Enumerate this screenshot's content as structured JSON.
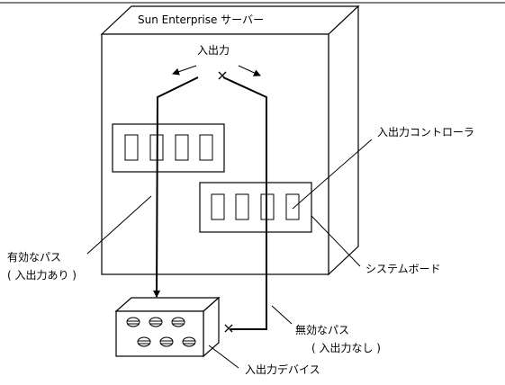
{
  "labels": {
    "server": "Sun Enterprise サーバー",
    "io": "入出力",
    "io_controller": "入出力コントローラ",
    "valid_path_line1": "有効なパス",
    "valid_path_line2": "( 入出力あり )",
    "system_board": "システムボード",
    "invalid_path_line1": "無効なパス",
    "invalid_path_line2": "( 入出力なし )",
    "io_device": "入出力デバイス"
  },
  "colors": {
    "line": "#000000",
    "background": "#ffffff"
  }
}
